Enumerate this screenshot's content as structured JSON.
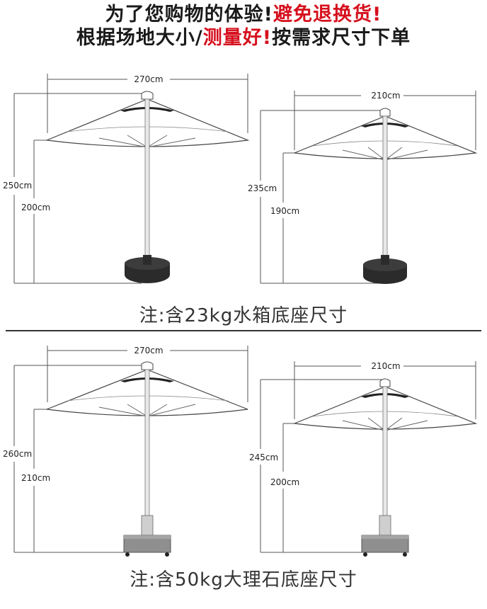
{
  "header": {
    "line1_black": "为了您购物的体验!",
    "line1_red": "避免退换货!",
    "line2_black1": "根据场地大小/",
    "line2_red": "测量好!",
    "line2_black2": "按需求尺寸下单"
  },
  "panels": [
    {
      "note": "注:含23kg水箱底座尺寸",
      "umbrellas": [
        {
          "width_label": "270cm",
          "total_height_label": "250cm",
          "clearance_label": "200cm",
          "base": "water-tank"
        },
        {
          "width_label": "210cm",
          "total_height_label": "235cm",
          "clearance_label": "190cm",
          "base": "water-tank"
        }
      ]
    },
    {
      "note": "注:含50kg大理石底座尺寸",
      "umbrellas": [
        {
          "width_label": "270cm",
          "total_height_label": "260cm",
          "clearance_label": "210cm",
          "base": "marble"
        },
        {
          "width_label": "210cm",
          "total_height_label": "245cm",
          "clearance_label": "200cm",
          "base": "marble"
        }
      ]
    }
  ],
  "colors": {
    "accent_red": "#d6101e",
    "canopy": "#ffffff",
    "base_dark": "#2b2b2b",
    "marble": "#8f8f8f"
  }
}
